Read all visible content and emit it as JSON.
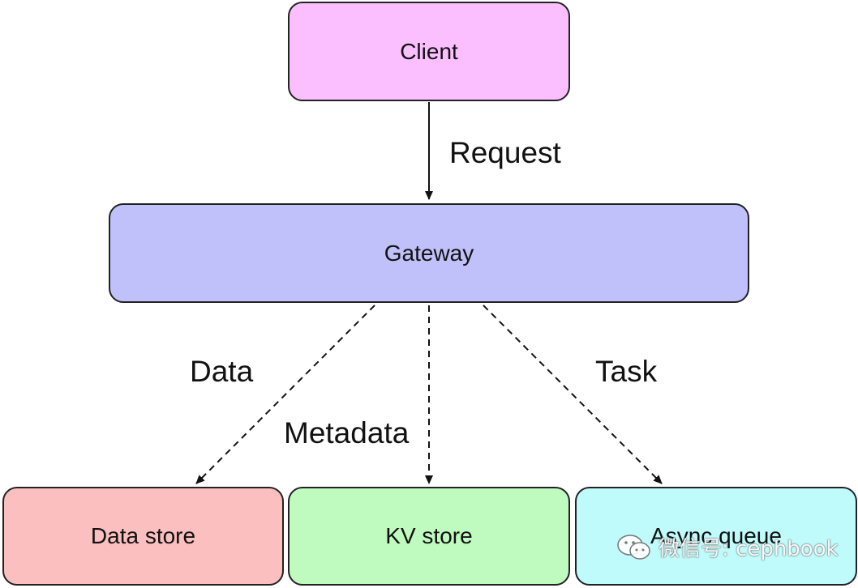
{
  "nodes": {
    "client": {
      "label": "Client",
      "color": "#fbbfff"
    },
    "gateway": {
      "label": "Gateway",
      "color": "#c0c0fb"
    },
    "data_store": {
      "label": "Data store",
      "color": "#fbbfbf"
    },
    "kv_store": {
      "label": "KV store",
      "color": "#bffbbf"
    },
    "async_queue": {
      "label": "Async queue",
      "color": "#bffbfb"
    }
  },
  "edges": {
    "request": {
      "label": "Request",
      "style": "solid"
    },
    "data": {
      "label": "Data",
      "style": "dashed"
    },
    "metadata": {
      "label": "Metadata",
      "style": "dashed"
    },
    "task": {
      "label": "Task",
      "style": "dashed"
    }
  },
  "watermark": {
    "text": "微信号: cephbook",
    "icon": "wechat-icon"
  }
}
